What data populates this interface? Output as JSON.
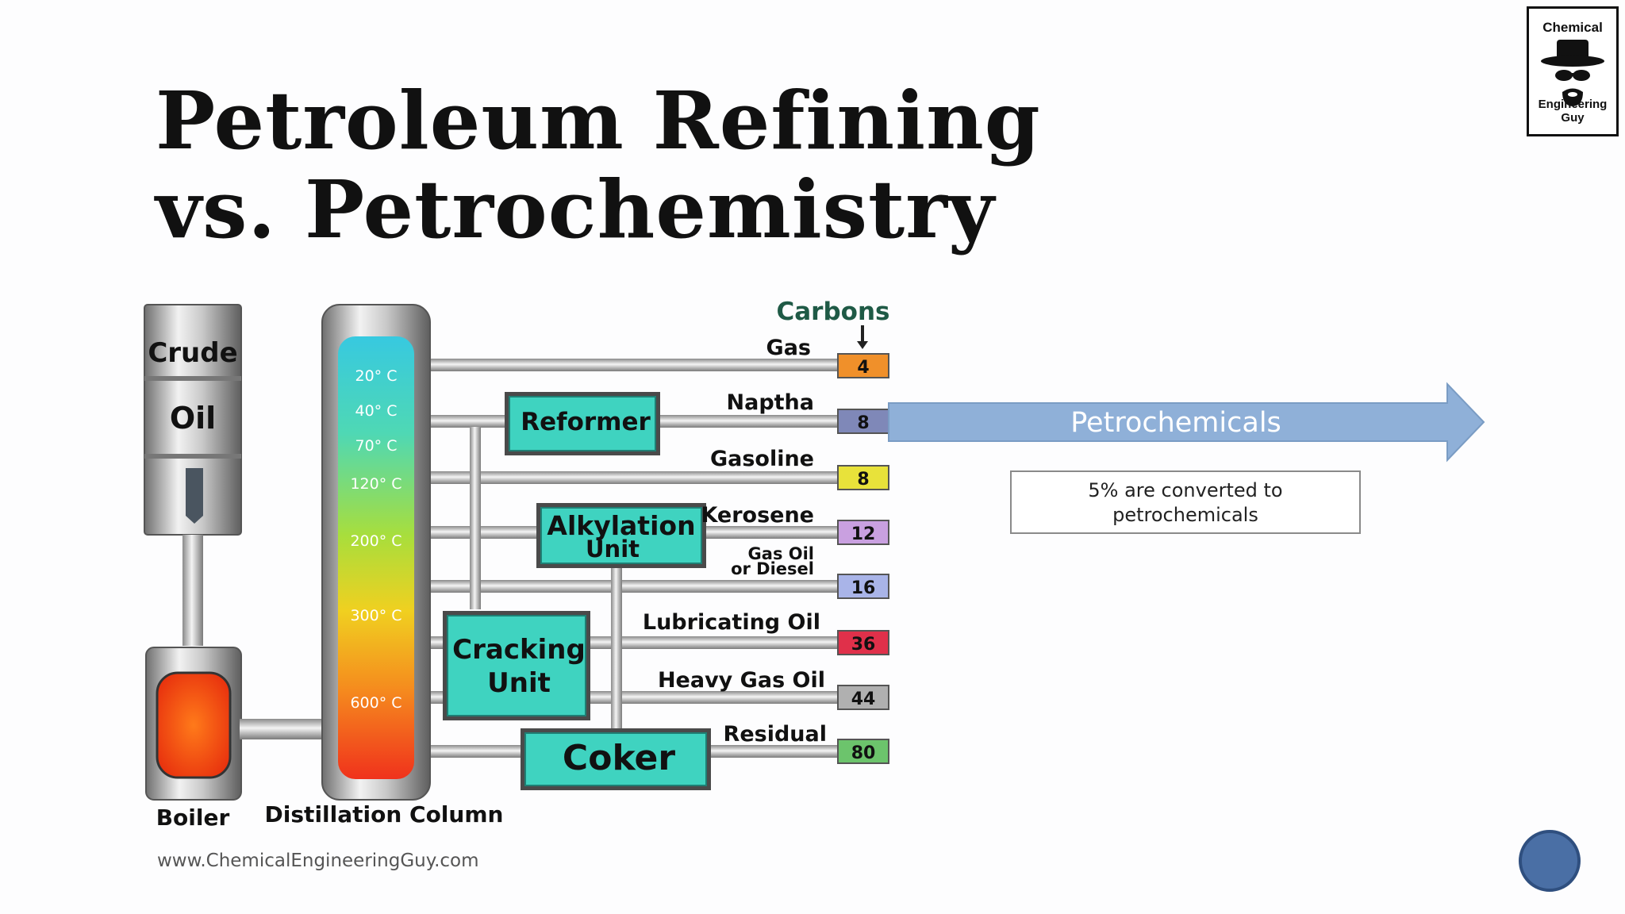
{
  "slide": {
    "title_line1": "Petroleum Refining",
    "title_line2": "vs. Petrochemistry",
    "website": "www.ChemicalEngineeringGuy.com"
  },
  "logo": {
    "top_text": "Chemical",
    "bottom_text": "Engineering Guy"
  },
  "diagram": {
    "drum_label_1": "Crude",
    "drum_label_2": "Oil",
    "boiler_label": "Boiler",
    "column_label": "Distillation Column",
    "carbons_header": "Carbons",
    "temperatures": [
      "20° C",
      "40° C",
      "70° C",
      "120° C",
      "200° C",
      "300° C",
      "600° C"
    ],
    "units": {
      "reformer": "Reformer",
      "alkylation_1": "Alkylation",
      "alkylation_2": "Unit",
      "cracking_1": "Cracking",
      "cracking_2": "Unit",
      "coker": "Coker"
    },
    "products": [
      {
        "name": "Gas",
        "carbons": "4",
        "color": "#f0902a"
      },
      {
        "name": "Naptha",
        "carbons": "8",
        "color": "#7f88b8"
      },
      {
        "name": "Gasoline",
        "carbons": "8",
        "color": "#e8e23a"
      },
      {
        "name": "Kerosene",
        "carbons": "12",
        "color": "#c9a0e0"
      },
      {
        "name_line1": "Gas Oil",
        "name_line2": "or Diesel",
        "carbons": "16",
        "color": "#a9b4e8"
      },
      {
        "name": "Lubricating Oil",
        "carbons": "36",
        "color": "#e0304a"
      },
      {
        "name": "Heavy Gas Oil",
        "carbons": "44",
        "color": "#b0b0b0"
      },
      {
        "name": "Residual",
        "carbons": "80",
        "color": "#6cc46c"
      }
    ]
  },
  "arrow": {
    "label": "Petrochemicals",
    "color": "#8fb0d8"
  },
  "note": {
    "line1": "5% are converted to",
    "line2": "petrochemicals"
  }
}
